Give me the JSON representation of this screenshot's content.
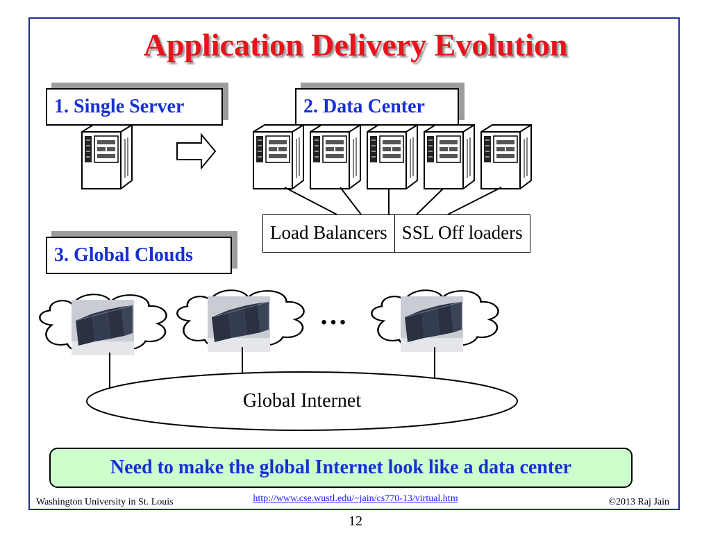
{
  "slide": {
    "title": "Application Delivery Evolution",
    "stage1_label": "1. Single Server",
    "stage2_label": "2. Data Center",
    "stage3_label": "3. Global Clouds",
    "load_balancers": "Load Balancers",
    "ssl_offloaders": "SSL Off loaders",
    "ellipsis": "…",
    "internet_label": "Global Internet",
    "callout": "Need to make the global Internet look like a data center"
  },
  "footer": {
    "left": "Washington University in St. Louis",
    "link": "http://www.cse.wustl.edu/~jain/cs770-13/virtual.htm",
    "right": "©2013 Raj Jain",
    "page_number": "12"
  },
  "icons": [
    "server-icon",
    "arrow-right-icon",
    "cloud-icon",
    "datacenter-rack-icon"
  ],
  "colors": {
    "title": "#e8131b",
    "label_text": "#1630d4",
    "frame": "#1f2f8f",
    "callout_bg": "#ccffcc",
    "link": "#1a1aff"
  }
}
